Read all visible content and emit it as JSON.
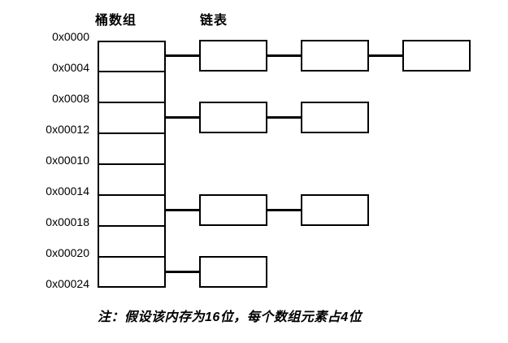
{
  "page": {
    "background_color": "#ffffff",
    "line_color": "#000000"
  },
  "headers": {
    "bucket_array": "桶数组",
    "linked_list": "链表"
  },
  "addresses": [
    "0x0000",
    "0x0004",
    "0x0008",
    "0x00012",
    "0x00010",
    "0x00014",
    "0x00018",
    "0x00020",
    "0x00024"
  ],
  "bucket_array": {
    "cell_count": 8
  },
  "chains": [
    {
      "bucket_index": 0,
      "node_count": 3
    },
    {
      "bucket_index": 2,
      "node_count": 2
    },
    {
      "bucket_index": 5,
      "node_count": 2
    },
    {
      "bucket_index": 7,
      "node_count": 1
    }
  ],
  "note": "注：假设该内存为16位，每个数组元素占4位"
}
